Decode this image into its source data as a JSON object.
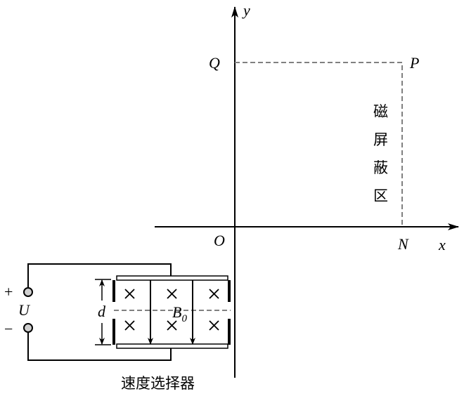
{
  "axes": {
    "x_label": "x",
    "y_label": "y",
    "origin_label": "O"
  },
  "points": {
    "Q": "Q",
    "P": "P",
    "N": "N"
  },
  "region_label": [
    "磁",
    "屏",
    "蔽",
    "区"
  ],
  "circuit": {
    "plus": "+",
    "minus": "−",
    "voltage": "U",
    "gap": "d",
    "field": "B",
    "field_sub": "0"
  },
  "selector_label": "速度选择器",
  "colors": {
    "line": "#000000",
    "dash": "#808080",
    "terminal": "#d0d0d0"
  }
}
